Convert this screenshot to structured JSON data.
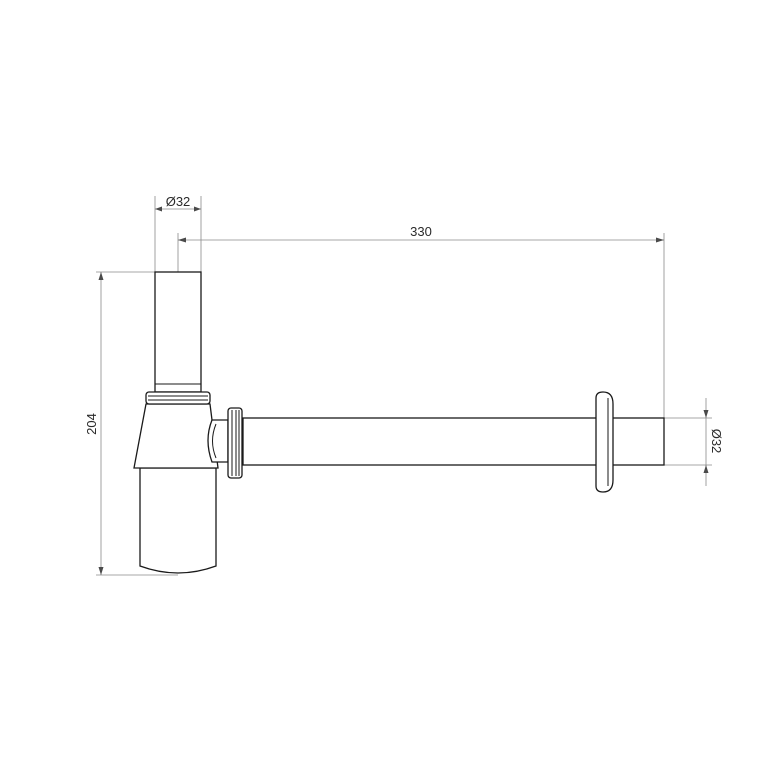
{
  "dimensions": {
    "top_diameter": "Ø32",
    "horizontal_length": "330",
    "total_height": "204",
    "outlet_diameter": "Ø32"
  }
}
